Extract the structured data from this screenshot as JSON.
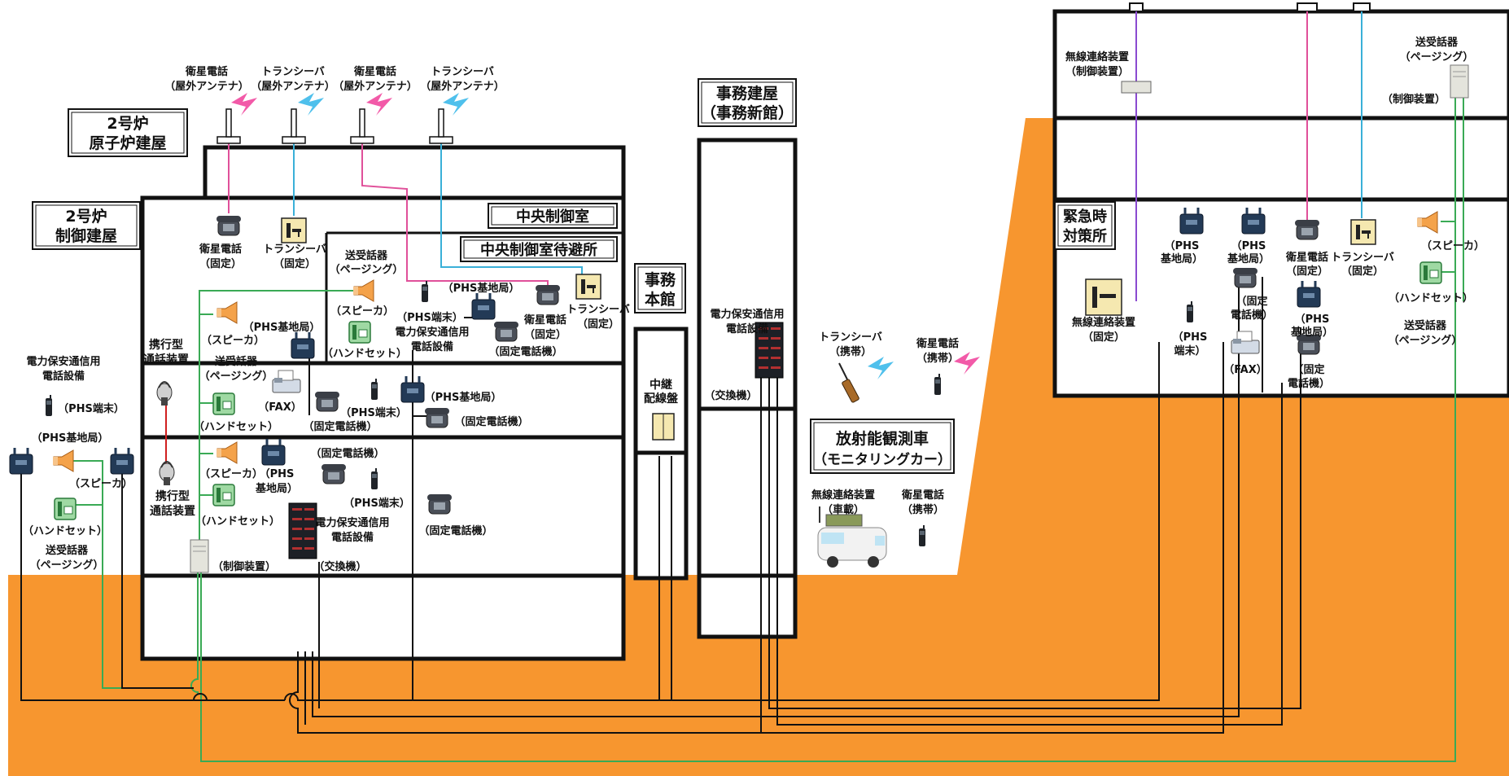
{
  "colors": {
    "ground": "#f7962f",
    "wall": "#111111",
    "satellite_line": "#e0509a",
    "transceiver_line": "#3ab0d8",
    "paging_line": "#3aaa55",
    "wireless_line": "#8a4ad0",
    "portable_line": "#d02020",
    "phone_line": "#111111"
  },
  "buildings": {
    "reactor_title": [
      "2号炉",
      "原子炉建屋"
    ],
    "control_title": [
      "2号炉",
      "制御建屋"
    ],
    "central_control": "中央制御室",
    "evacuation_room": "中央制御室待避所",
    "office_title": [
      "事務建屋",
      "（事務新館）"
    ],
    "main_office_title": [
      "事務",
      "本館"
    ],
    "relay_panel": [
      "中継",
      "配線盤"
    ],
    "emergency_title": [
      "緊急時",
      "対策所"
    ],
    "monitoring_car": [
      "放射能観測車",
      "（モニタリングカー）"
    ]
  },
  "labels": {
    "roof_sat1": [
      "衛星電話",
      "（屋外アンテナ）"
    ],
    "roof_tr1": [
      "トランシーバ",
      "（屋外アンテナ）"
    ],
    "roof_sat2": [
      "衛星電話",
      "（屋外アンテナ）"
    ],
    "roof_tr2": [
      "トランシーバ",
      "（屋外アンテナ）"
    ],
    "sat_fixed": [
      "衛星電話",
      "（固定）"
    ],
    "tr_fixed": [
      "トランシーバ",
      "（固定）"
    ],
    "paging_tx_evac": [
      "送受話器",
      "（ページング）"
    ],
    "speaker_evac": "（スピーカ）",
    "handset_evac": "（ハンドセット）",
    "phs_term_evac": "（PHS端末）",
    "phs_base_evac": "（PHS基地局）",
    "power_tel_evac": [
      "電力保安通信用",
      "電話設備"
    ],
    "sat_fixed_evac": [
      "衛星電話",
      "（固定）"
    ],
    "tr_fixed_evac": [
      "トランシーバ",
      "（固定）"
    ],
    "fixed_phone_evac": "（固定電話機）",
    "portable_1": [
      "携行型",
      "通話装置"
    ],
    "speaker_1": "（スピーカ）",
    "phs_base_1": "（PHS基地局）",
    "paging_tx_1": [
      "送受話器",
      "（ページング）"
    ],
    "handset_1": "（ハンドセット）",
    "fax_1": "（FAX）",
    "fixed_phone_1": "（固定電話機）",
    "phs_term_1": "（PHS端末）",
    "phs_base_1b": "（PHS基地局）",
    "fixed_phone_1b": "（固定電話機）",
    "portable_2": [
      "携行型",
      "通話装置"
    ],
    "speaker_2": "（スピーカ）",
    "phs_base_2": [
      "（PHS",
      "基地局）"
    ],
    "fixed_phone_2": "（固定電話機）",
    "handset_2": "（ハンドセット）",
    "phs_term_2": "（PHS端末）",
    "power_tel_2": [
      "電力保安通信用",
      "電話設備"
    ],
    "fixed_phone_2b": "（固定電話機）",
    "control_device": "（制御装置）",
    "exchange_1": "（交換機）",
    "outside_power_tel": [
      "電力保安通信用",
      "電話設備"
    ],
    "outside_phs_term": "（PHS端末）",
    "outside_phs_base": "（PHS基地局）",
    "outside_speaker": "（スピーカ）",
    "outside_handset": "（ハンドセット）",
    "outside_paging_tx": [
      "送受話器",
      "（ページング）"
    ],
    "office_power_tel": [
      "電力保安通信用",
      "電話設備"
    ],
    "office_exchange": "（交換機）",
    "tr_portable": [
      "トランシーバ",
      "（携帯）"
    ],
    "sat_portable": [
      "衛星電話",
      "（携帯）"
    ],
    "car_wireless": [
      "無線連絡装置",
      "（車載）"
    ],
    "car_sat": [
      "衛星電話",
      "（携帯）"
    ],
    "em_wireless_ctrl": [
      "無線連絡装置",
      "（制御装置）"
    ],
    "em_paging_tx": [
      "送受話器",
      "（ページング）"
    ],
    "em_ctrl_device": "（制御装置）",
    "em_wireless_fixed": [
      "無線連絡装置",
      "（固定）"
    ],
    "em_phs_base_a": [
      "（PHS",
      "基地局）"
    ],
    "em_phs_base_b": [
      "（PHS",
      "基地局）"
    ],
    "em_sat_fixed": [
      "衛星電話",
      "（固定）"
    ],
    "em_tr_fixed": [
      "トランシーバ",
      "（固定）"
    ],
    "em_speaker": "（スピーカ）",
    "em_handset": "（ハンドセット）",
    "em_paging_tx2": [
      "送受話器",
      "（ページング）"
    ],
    "em_phs_term": [
      "（PHS",
      "端末）"
    ],
    "em_fixed_phone_a": [
      "（固定",
      "電話機）"
    ],
    "em_fax": "（FAX）",
    "em_phs_base_c": [
      "（PHS",
      "基地局）"
    ],
    "em_fixed_phone_b": [
      "（固定",
      "電話機）"
    ]
  }
}
